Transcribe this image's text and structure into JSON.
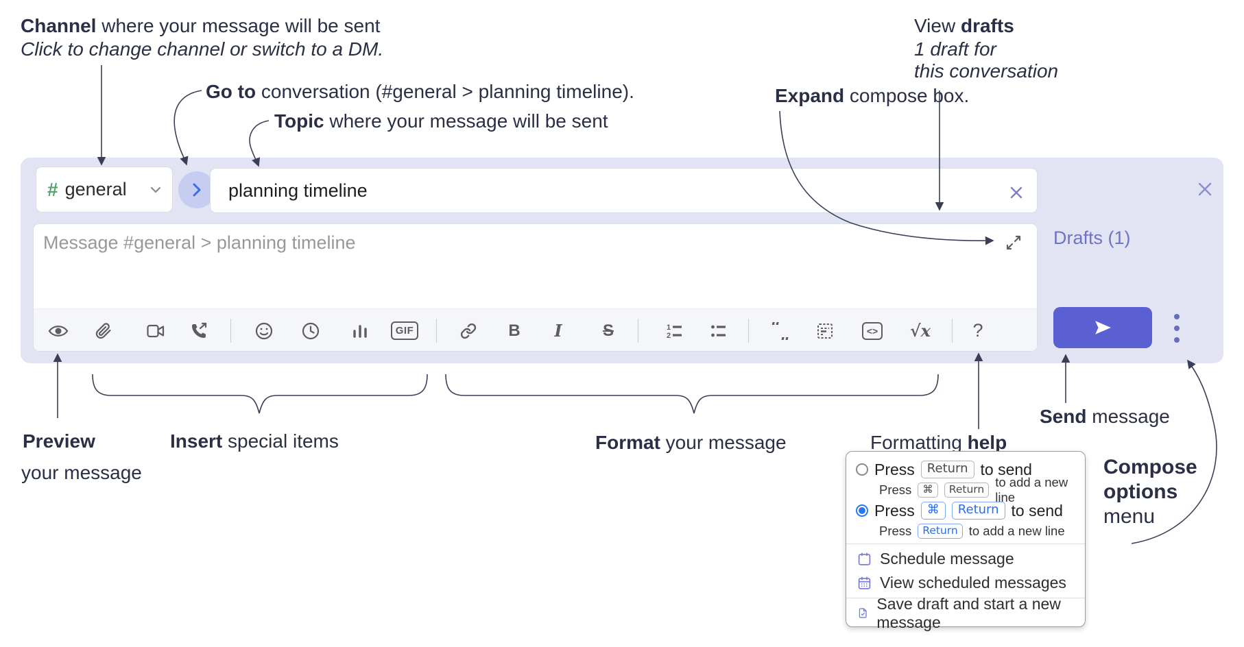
{
  "annotations": {
    "channel": {
      "bold": "Channel",
      "rest": " where your message will be sent",
      "line2": "Click to change channel or switch to a DM."
    },
    "goto": {
      "bold": "Go to",
      "rest": " conversation (#general > planning timeline)."
    },
    "topic": {
      "bold": "Topic",
      "rest": " where your message will be sent"
    },
    "expand": {
      "bold": "Expand",
      "rest": " compose box."
    },
    "view_drafts": {
      "pre": "View ",
      "bold": "drafts",
      "line2": "1 draft for",
      "line3": "this conversation"
    },
    "preview": {
      "bold": "Preview",
      "line2": "your message"
    },
    "insert": {
      "bold": "Insert",
      "rest": " special items"
    },
    "format": {
      "bold": "Format",
      "rest": " your message"
    },
    "formatting_help": {
      "pre": "Formatting ",
      "bold": "help"
    },
    "send": {
      "bold": "Send",
      "rest": " message"
    },
    "compose_options": {
      "line1": "Compose",
      "line2": "options",
      "line3": "menu"
    }
  },
  "compose": {
    "channel_hash": "#",
    "channel_name": "general",
    "topic_value": "planning timeline",
    "message_placeholder": "Message #general > planning timeline",
    "drafts_link": "Drafts (1)"
  },
  "toolbar": {
    "gif": "GIF",
    "bold": "B",
    "italic": "I",
    "strike": "S",
    "math": "√x",
    "help": "?"
  },
  "popup": {
    "option1": {
      "press": "Press",
      "kbd": "Return",
      "suffix": "to send",
      "sub_press": "Press",
      "sub_kbd1": "⌘",
      "sub_kbd2": "Return",
      "sub_suffix": "to add a new line"
    },
    "option2": {
      "press": "Press",
      "kbd1": "⌘",
      "kbd2": "Return",
      "suffix": "to send",
      "sub_press": "Press",
      "sub_kbd": "Return",
      "sub_suffix": "to add a new line"
    },
    "schedule": "Schedule message",
    "view_scheduled": "View scheduled messages",
    "save_draft": "Save draft and start a new message"
  },
  "colors": {
    "compose_bg": "#e2e4f3",
    "send_button": "#5a5fd1",
    "drafts_link": "#6e73c8",
    "hash_green": "#53a469",
    "kbd_blue": "#2a6de8",
    "annotation_text": "#2b2f45"
  }
}
